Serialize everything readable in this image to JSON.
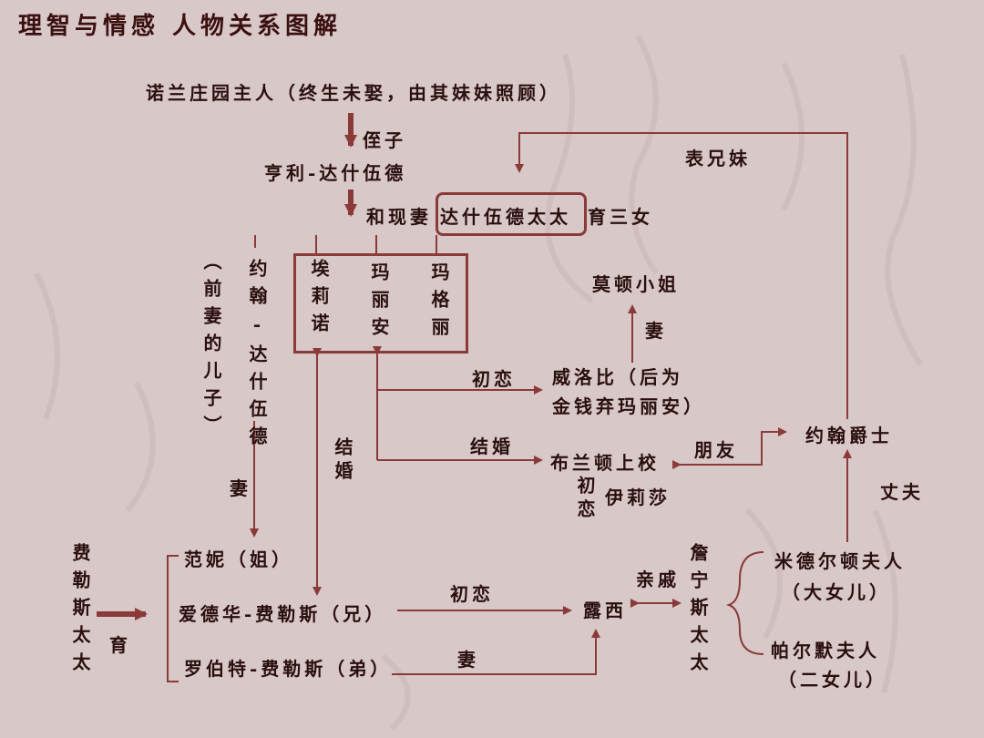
{
  "title": "理智与情感 人物关系图解",
  "nodes": {
    "norland_master": "诺兰庄园主人（终生未娶，由其妹妹照顾）",
    "henry": "亨利-达什伍德",
    "wife_line_pre": "和现妻",
    "mrs_dashwood": "达什伍德太太",
    "wife_line_post": "育三女",
    "john_son_note": "（前妻的儿子）",
    "john_dashwood": "约翰-达什伍德",
    "elinor": "埃莉诺",
    "marianne": "玛丽安",
    "margaret": "玛格丽",
    "miss_morton": "莫顿小姐",
    "willoughby": "威洛比（后为金钱弃玛丽安）",
    "willoughby_l1": "威洛比（后为",
    "willoughby_l2": "金钱弃玛丽安）",
    "brandon": "布兰顿上校",
    "eliza": "伊莉莎",
    "sir_john": "约翰爵士",
    "mrs_ferrars": "费勒斯太太",
    "fanny": "范妮（姐）",
    "edward": "爱德华-费勒斯（兄）",
    "robert": "罗伯特-费勒斯（弟）",
    "lucy": "露西",
    "mrs_jennings": "詹宁斯太太",
    "mrs_middleton": "米德尔顿夫人",
    "mrs_middleton_note": "（大女儿）",
    "mrs_palmer": "帕尔默夫人",
    "mrs_palmer_note": "（二女儿）"
  },
  "relations": {
    "nephew": "侄子",
    "cousins": "表兄妹",
    "wife_morton": "妻",
    "first_love_willoughby": "初恋",
    "married_vertical": "结婚",
    "married_brandon": "结婚",
    "friends": "朋友",
    "first_love_eliza": "初恋",
    "husband": "丈夫",
    "wife_fanny": "妻",
    "first_love_lucy": "初恋",
    "relatives": "亲戚",
    "wife_robert": "妻",
    "gave_birth": "育"
  },
  "colors": {
    "background": "#d9c8c8",
    "line": "#8b3a3a",
    "text": "#2a0f0f"
  }
}
